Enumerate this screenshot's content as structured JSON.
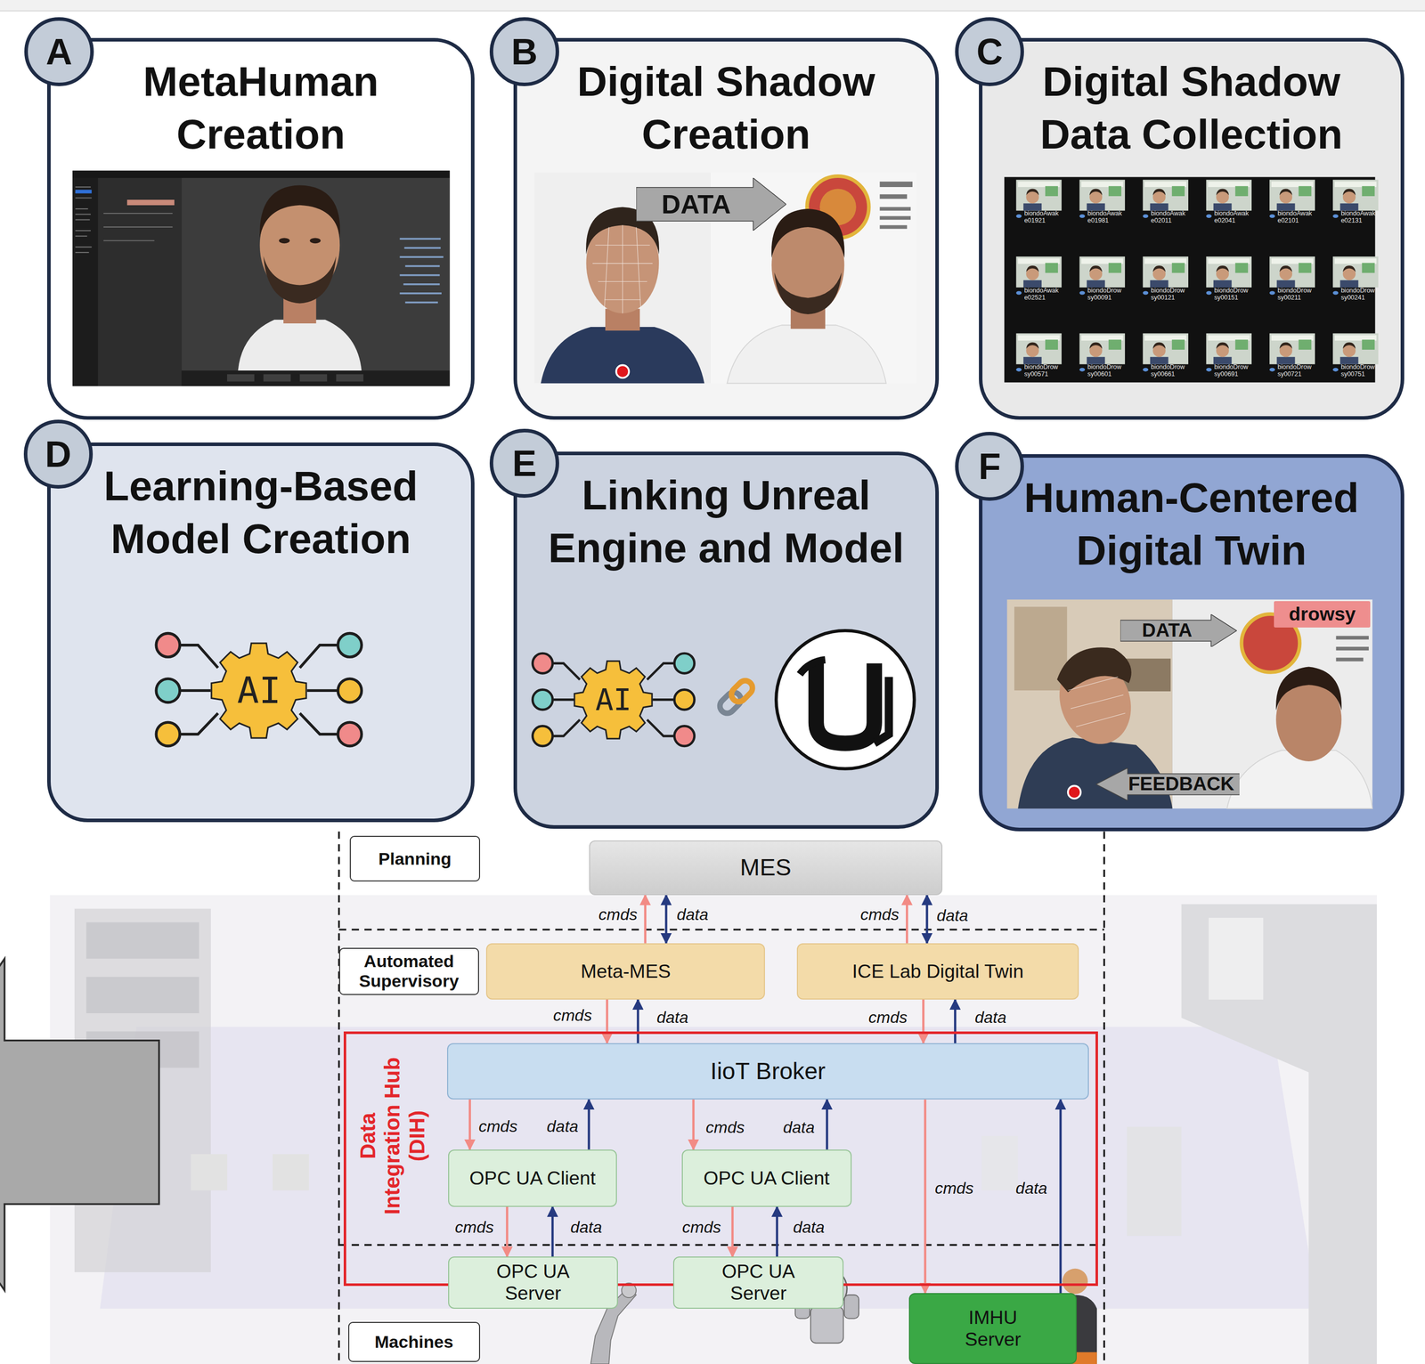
{
  "diagram": {
    "nodes": [
      {
        "text": [
          "MetaHuman Creation"
        ]
      },
      {
        "text": [
          "A"
        ],
        "in": 0
      },
      {
        "text": [
          "Digital Shadow Creation"
        ]
      },
      {
        "text": [
          "B"
        ],
        "in": 2
      },
      {
        "text": [
          "DATA"
        ],
        "in": 2
      },
      {
        "text": [
          "Digital Shadow Data Collection"
        ]
      },
      {
        "text": [
          "C"
        ],
        "in": 5
      },
      {
        "text": [
          "Learning-Based Model Creation"
        ]
      },
      {
        "text": [
          "D"
        ],
        "in": 7
      },
      {
        "text": [
          "AI"
        ],
        "in": 7
      },
      {
        "text": [
          "Linking Unreal Engine and Model"
        ]
      },
      {
        "text": [
          "E"
        ],
        "in": 10
      },
      {
        "text": [
          "AI"
        ],
        "in": 10
      },
      {
        "text": [
          "Human-Centered Digital Twin"
        ]
      },
      {
        "text": [
          "F"
        ],
        "in": 13
      },
      {
        "text": [
          "drowsy"
        ],
        "in": 13
      },
      {
        "text": [
          "DATA"
        ],
        "in": 13
      },
      {
        "text": [
          "FEEDBACK"
        ],
        "in": 13
      },
      {
        "text": [
          "Planning"
        ]
      },
      {
        "text": [
          "MES"
        ]
      },
      {
        "text": [
          "Automated Supervisory"
        ]
      },
      {
        "text": [
          "Meta-MES"
        ]
      },
      {
        "text": [
          "ICE Lab Digital Twin"
        ]
      },
      {
        "text": [
          "Data Integration Hub (DIH)"
        ]
      },
      {
        "text": [
          "IioT Broker"
        ],
        "in": 23
      },
      {
        "text": [
          "OPC UA Client"
        ],
        "in": 23
      },
      {
        "text": [
          "OPC UA Client"
        ],
        "in": 23
      },
      {
        "text": [
          "OPC UA Server"
        ]
      },
      {
        "text": [
          "OPC UA Server"
        ]
      },
      {
        "text": [
          "IMHU Server"
        ]
      },
      {
        "text": [
          "Machines"
        ]
      }
    ],
    "edges": [
      {
        "from": 21,
        "to": 19,
        "arrow": "to",
        "label": "cmds"
      },
      {
        "from": 19,
        "to": 21,
        "arrow": "both",
        "label": "data"
      },
      {
        "from": 22,
        "to": 19,
        "arrow": "to",
        "label": "cmds"
      },
      {
        "from": 19,
        "to": 22,
        "arrow": "both",
        "label": "data"
      },
      {
        "from": 21,
        "to": 24,
        "arrow": "to",
        "label": "cmds"
      },
      {
        "from": 24,
        "to": 21,
        "arrow": "to",
        "label": "data"
      },
      {
        "from": 22,
        "to": 24,
        "arrow": "to",
        "label": "cmds"
      },
      {
        "from": 24,
        "to": 22,
        "arrow": "to",
        "label": "data"
      },
      {
        "from": 24,
        "to": 25,
        "arrow": "to",
        "label": "cmds"
      },
      {
        "from": 25,
        "to": 24,
        "arrow": "to",
        "label": "data"
      },
      {
        "from": 24,
        "to": 26,
        "arrow": "to",
        "label": "cmds"
      },
      {
        "from": 26,
        "to": 24,
        "arrow": "to",
        "label": "data"
      },
      {
        "from": 25,
        "to": 27,
        "arrow": "to",
        "label": "cmds"
      },
      {
        "from": 27,
        "to": 25,
        "arrow": "to",
        "label": "data"
      },
      {
        "from": 26,
        "to": 28,
        "arrow": "to",
        "label": "cmds"
      },
      {
        "from": 28,
        "to": 26,
        "arrow": "to",
        "label": "data"
      },
      {
        "from": 24,
        "to": 29,
        "arrow": "to",
        "label": "cmds"
      },
      {
        "from": 29,
        "to": 24,
        "arrow": "to",
        "label": "data"
      }
    ],
    "labels": [
      "biondoAwake01921",
      "biondoAwake01981",
      "biondoAwake02011",
      "biondoAwake02041",
      "biondoAwake02101",
      "biondoAwake02131",
      "biondoAwake02521",
      "biondoDrowsy00091",
      "biondoDrowsy00121",
      "biondoDrowsy00151",
      "biondoDrowsy00211",
      "biondoDrowsy00241",
      "biondoDrowsy00571",
      "biondoDrowsy00601",
      "biondoDrowsy00661",
      "biondoDrowsy00691",
      "biondoDrowsy00721",
      "biondoDrowsy00751"
    ]
  }
}
